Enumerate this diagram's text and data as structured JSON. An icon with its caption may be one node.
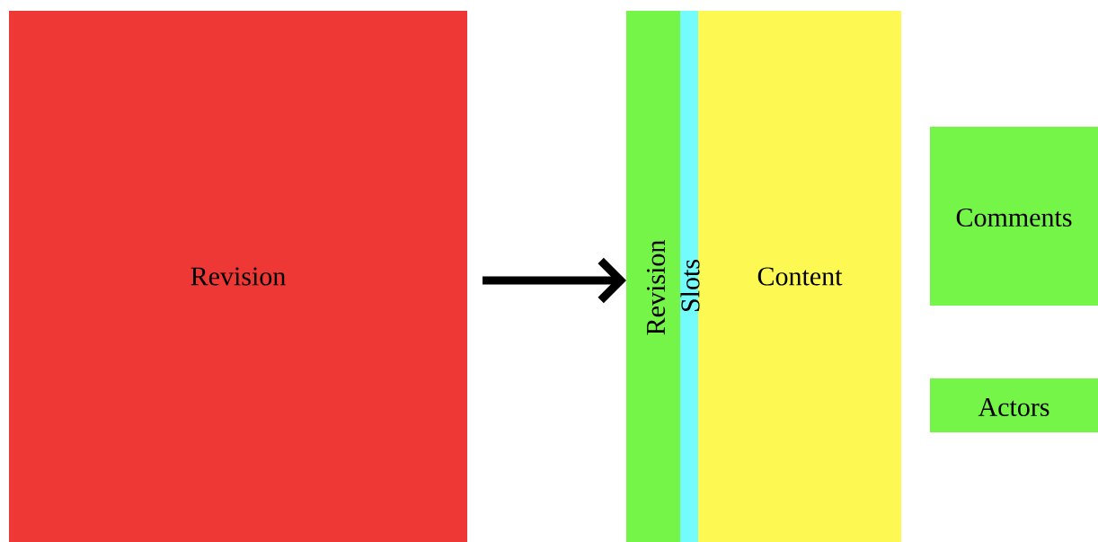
{
  "diagram": {
    "nodes": [
      {
        "text": [
          "Revision"
        ]
      },
      {
        "text": [
          "Revision"
        ]
      },
      {
        "text": [
          "Slots"
        ]
      },
      {
        "text": [
          "Content"
        ]
      },
      {
        "text": [
          "Comments"
        ]
      },
      {
        "text": [
          "Actors"
        ]
      }
    ],
    "edges": [
      {
        "from": 0,
        "to": 1,
        "arrow": "to"
      }
    ]
  }
}
